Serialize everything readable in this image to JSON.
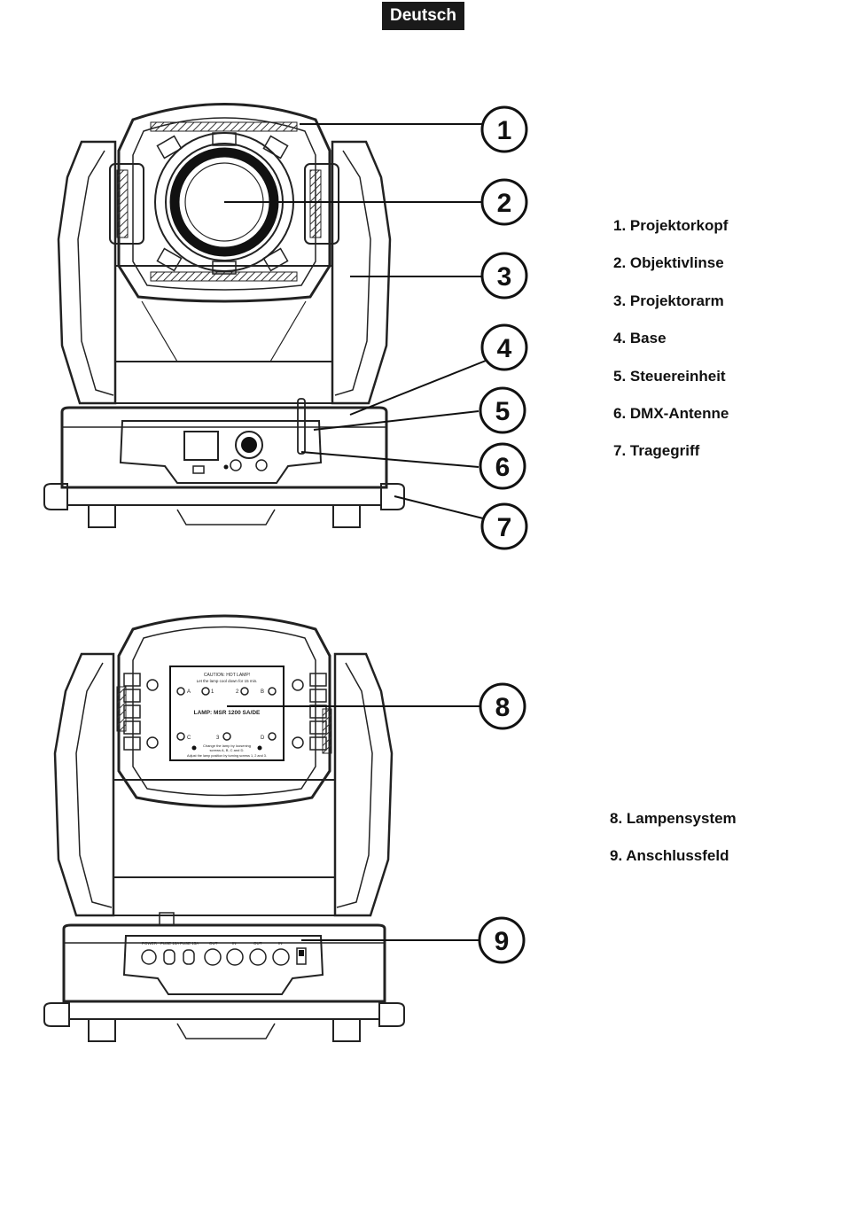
{
  "header": {
    "language": "Deutsch"
  },
  "figure_front": {
    "callouts": [
      "1",
      "2",
      "3",
      "4",
      "5",
      "6",
      "7"
    ],
    "legend": [
      "1. Projektorkopf",
      "2. Objektivlinse",
      "3. Projektorarm",
      "4. Base",
      "5. Steuereinheit",
      "6. DMX-Antenne",
      "7. Tragegriff"
    ]
  },
  "figure_rear": {
    "callouts": [
      "8",
      "9"
    ],
    "legend": [
      "8. Lampensystem",
      "9. Anschlussfeld"
    ],
    "lamp_panel": {
      "caution": "CAUTION: HOT LAMP!",
      "cool_down": "Let the lamp cool down for 15 min.",
      "lamp_type": "LAMP: MSR 1200 SA/DE",
      "labels": [
        "A",
        "1",
        "2",
        "B",
        "C",
        "3",
        "D"
      ],
      "note1": "Change the lamp by loosening",
      "note2": "screws A, B, C and D.",
      "note3": "Adjust the lamp position by turning screws 1, 2 and 3."
    },
    "connection_panel": {
      "labels": [
        "POWER",
        "FUSE 10A",
        "FUSE 15A",
        "OUT",
        "IN",
        "OUT",
        "IN"
      ]
    }
  }
}
